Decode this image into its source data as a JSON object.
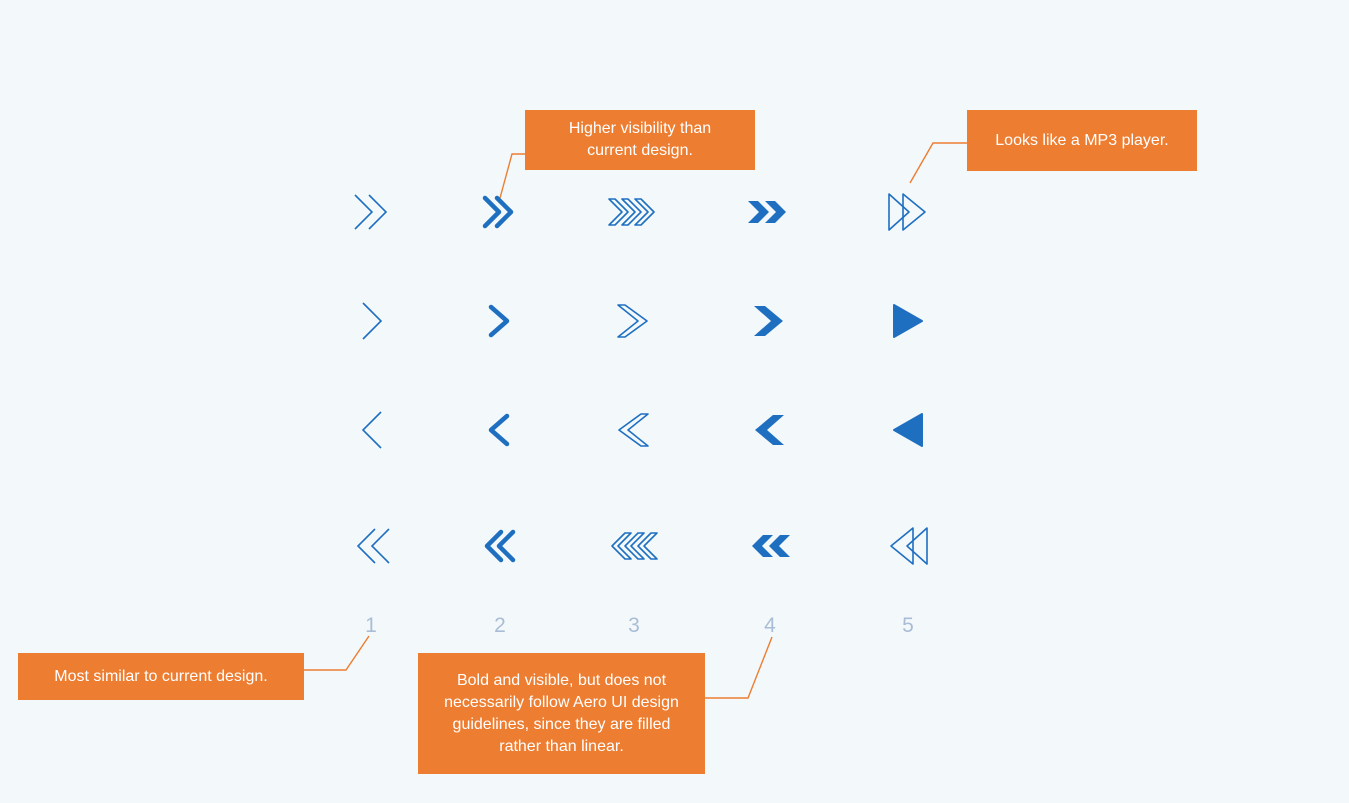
{
  "colors": {
    "background": "#f3f8fb",
    "icon": "#1f6fc1",
    "note": "#ed7d31",
    "note_text": "#ffffff",
    "leader_line": "#ed7d31",
    "column_number": "#a9bdd6"
  },
  "columns": [
    {
      "number": "1",
      "style": "thin-outline-chevron"
    },
    {
      "number": "2",
      "style": "bold-chevron"
    },
    {
      "number": "3",
      "style": "hollow-outline-chevron"
    },
    {
      "number": "4",
      "style": "filled-chevron"
    },
    {
      "number": "5",
      "style": "triangle"
    }
  ],
  "rows": [
    {
      "direction": "last",
      "icon": "double-right-arrow-icon"
    },
    {
      "direction": "next",
      "icon": "right-arrow-icon"
    },
    {
      "direction": "previous",
      "icon": "left-arrow-icon"
    },
    {
      "direction": "first",
      "icon": "double-left-arrow-icon"
    }
  ],
  "notes": {
    "col1": "Most similar to current design.",
    "col2": "Higher visibility than current design.",
    "col4": "Bold and visible, but does not necessarily follow Aero UI design guidelines, since they are filled rather than linear.",
    "col5": "Looks like a MP3 player."
  }
}
